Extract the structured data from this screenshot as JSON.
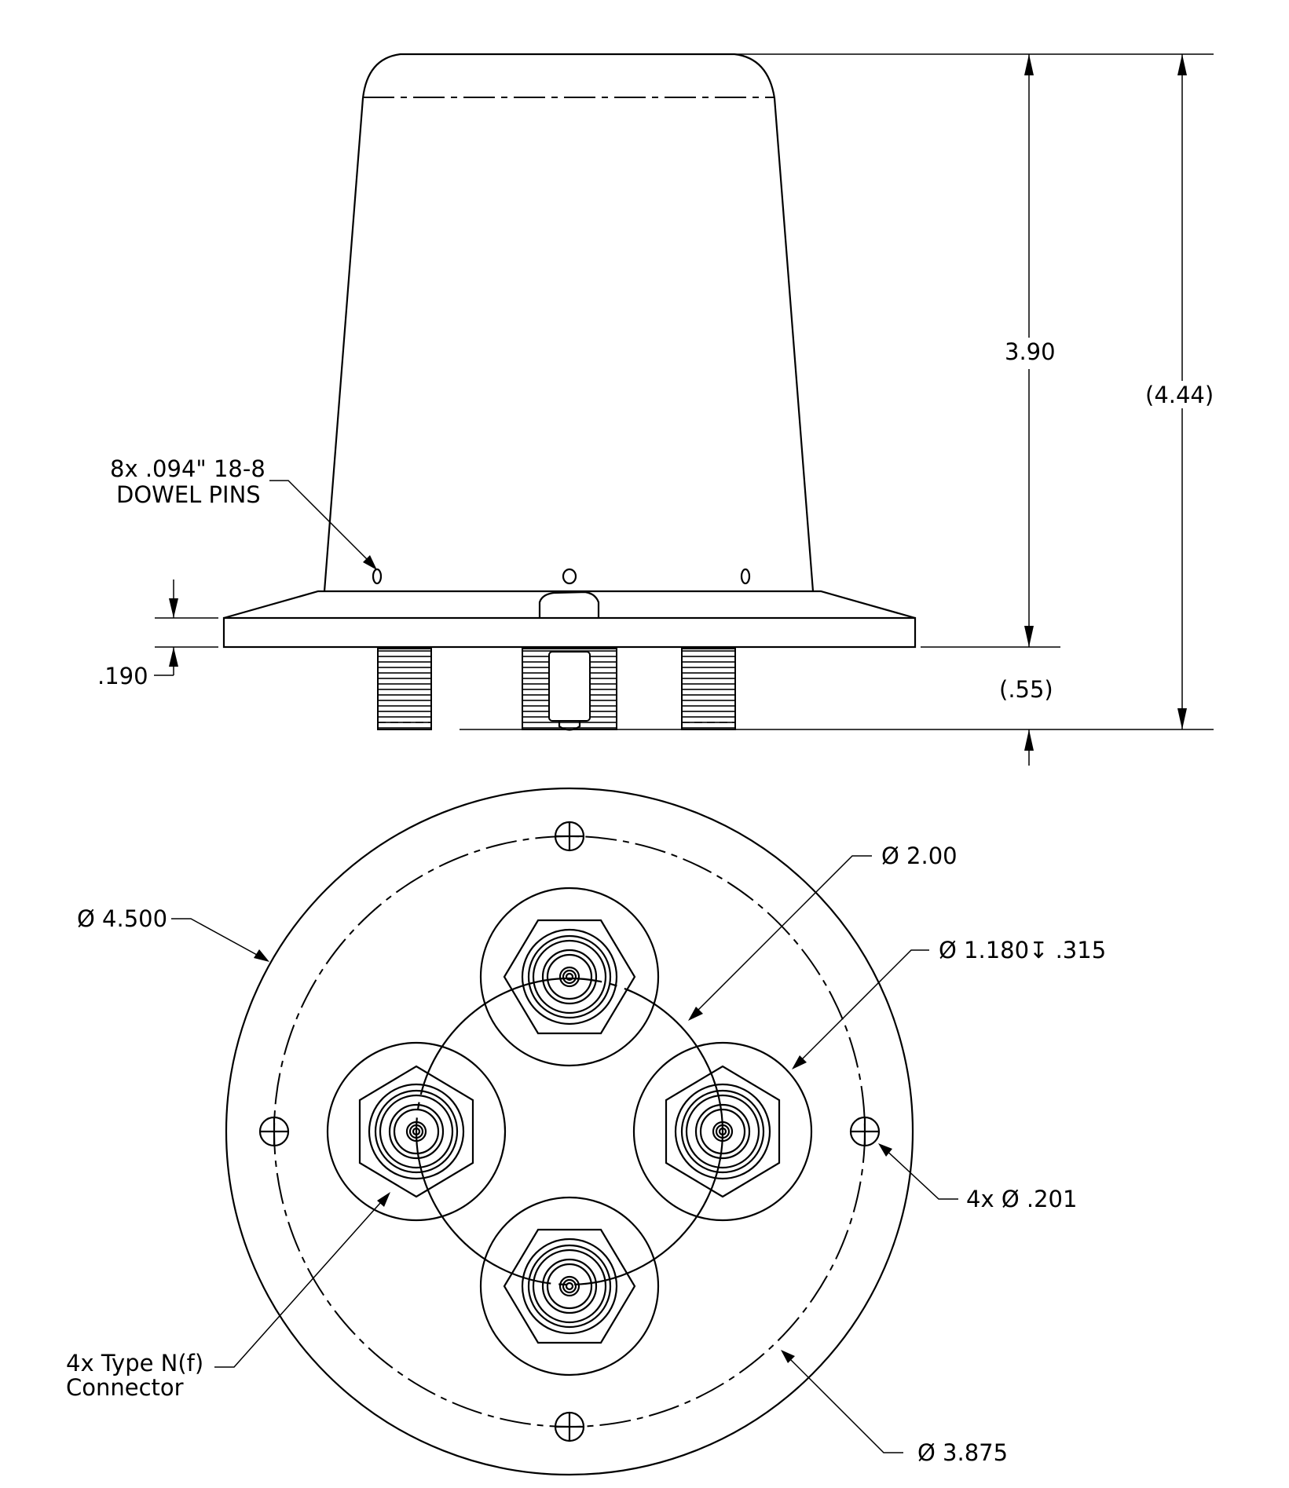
{
  "drawing": {
    "type": "engineering-drawing",
    "views": [
      "side-elevation",
      "bottom-plan"
    ],
    "line_color": "#000000",
    "background": "#ffffff"
  },
  "side_view": {
    "dim_height_body": "3.90",
    "dim_height_overall": "(4.44)",
    "dim_connector_length": "(.55)",
    "dim_flange_thickness": ".190",
    "dowel_note_line1": "8x .094\" 18-8",
    "dowel_note_line2": "DOWEL PINS"
  },
  "bottom_view": {
    "dia_bolt_circle_connectors": "Ø 2.00",
    "dia_counterbore": "Ø 1.180↧ .315",
    "dia_outer": "Ø 4.500",
    "dia_mount_holes": "4x Ø .201",
    "dia_bolt_circle_mount": "Ø 3.875",
    "connector_note_line1": "4x Type N(f)",
    "connector_note_line2": "Connector"
  }
}
